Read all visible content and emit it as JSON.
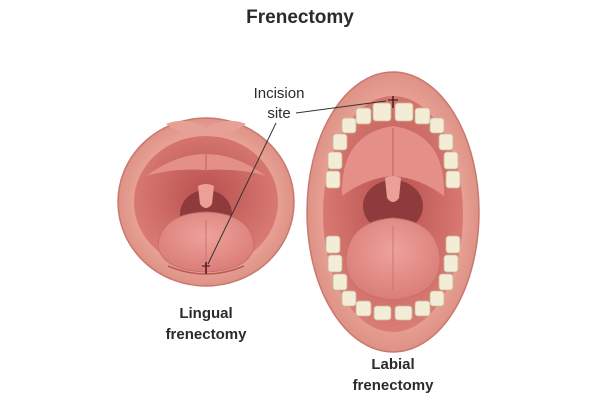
{
  "title": "Frenectomy",
  "callout": {
    "line1": "Incision",
    "line2": "site"
  },
  "lingual_label": {
    "line1": "Lingual",
    "line2": "frenectomy"
  },
  "labial_label": {
    "line1": "Labial",
    "line2": "frenectomy"
  },
  "colors": {
    "lip": "#e59a8e",
    "lip_dark": "#c9706a",
    "cavity": "#d8736e",
    "palate": "#e58e86",
    "tongue": "#e48a86",
    "teeth": "#f3ecd6",
    "callout_line": "#333333"
  }
}
